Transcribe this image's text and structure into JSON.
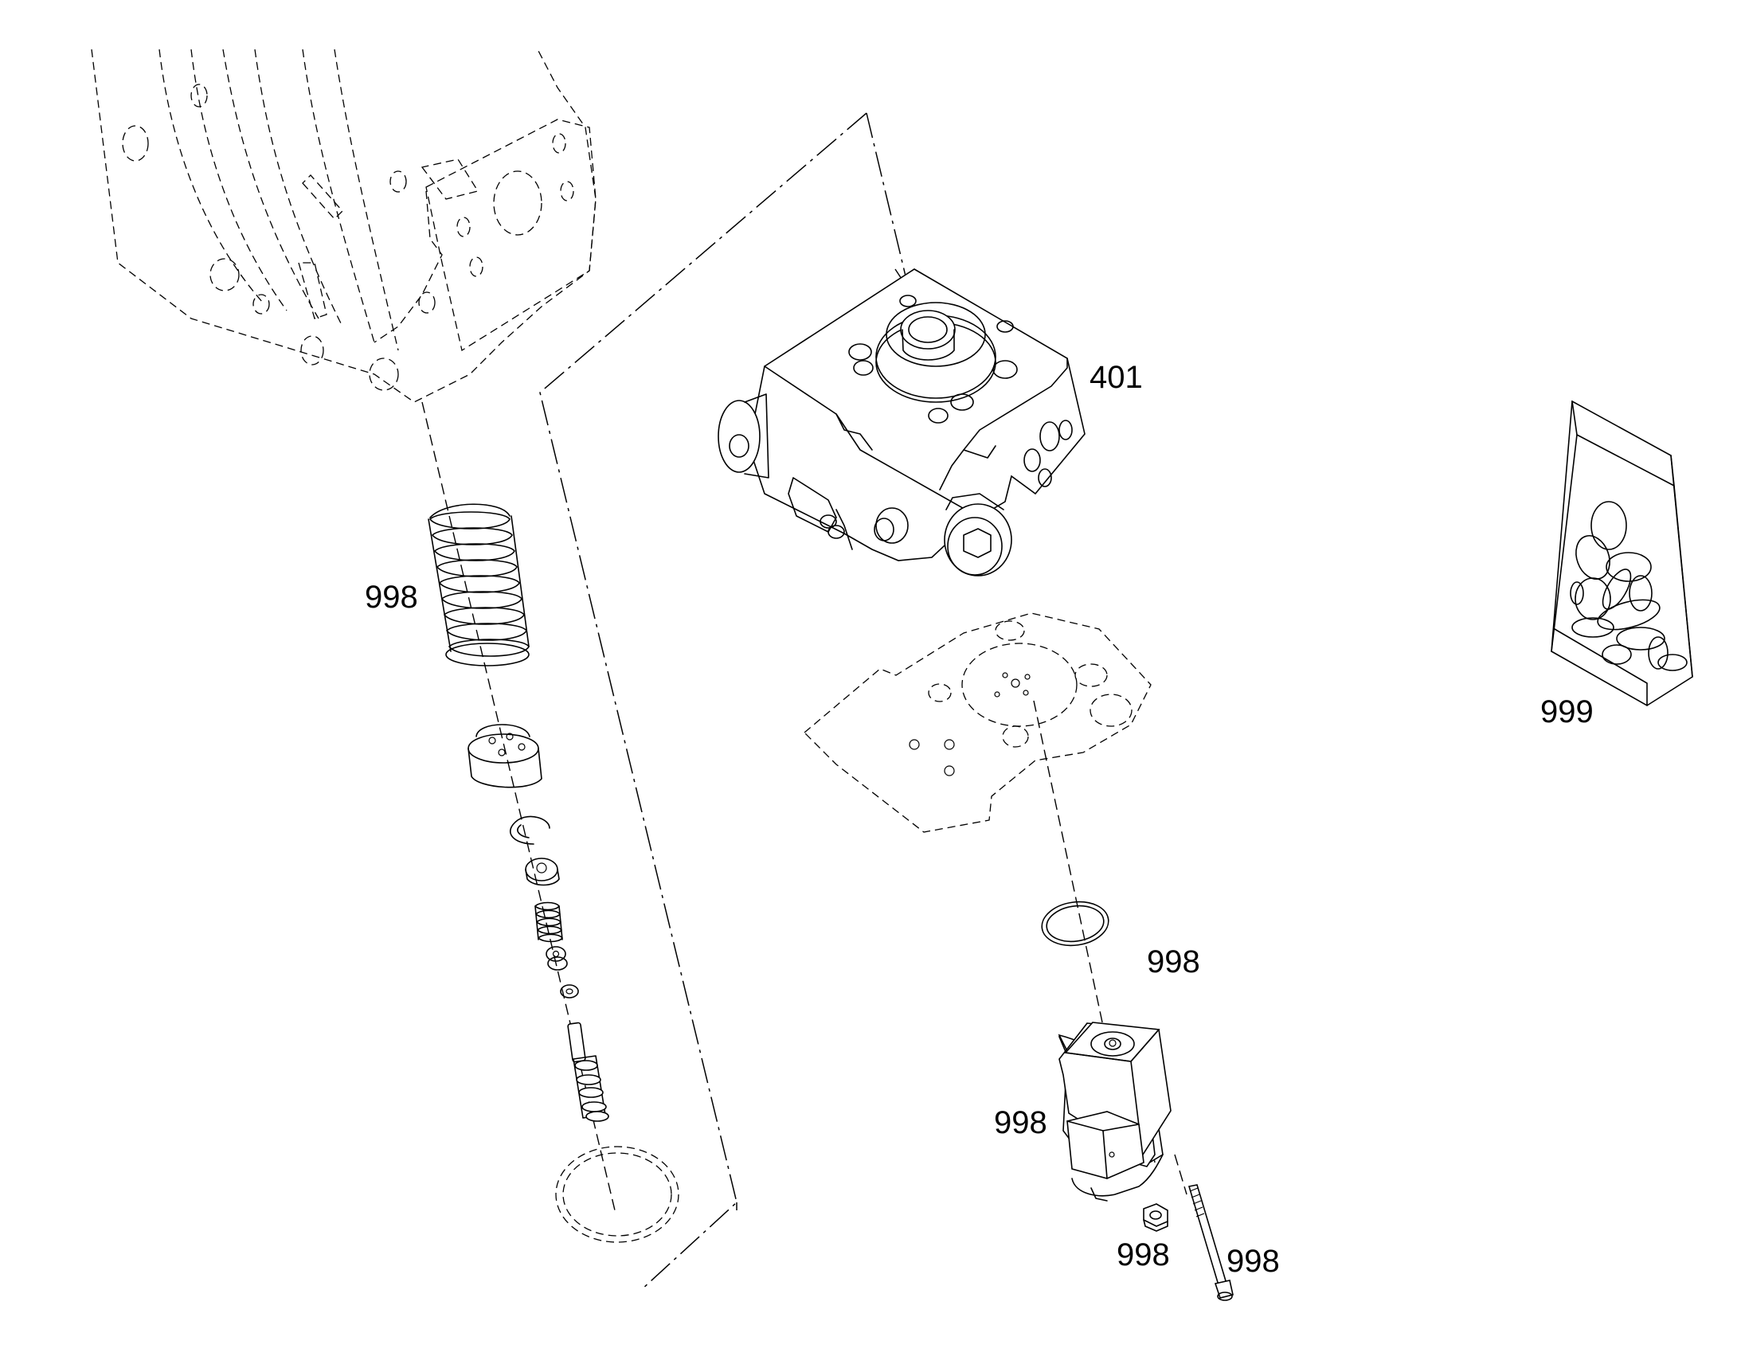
{
  "callouts": [
    {
      "id": "valve-block",
      "text": "401"
    },
    {
      "id": "spring",
      "text": "998"
    },
    {
      "id": "o-ring",
      "text": "998"
    },
    {
      "id": "solenoid",
      "text": "998"
    },
    {
      "id": "nut",
      "text": "998"
    },
    {
      "id": "bolt",
      "text": "998"
    },
    {
      "id": "seal-kit",
      "text": "999"
    }
  ]
}
